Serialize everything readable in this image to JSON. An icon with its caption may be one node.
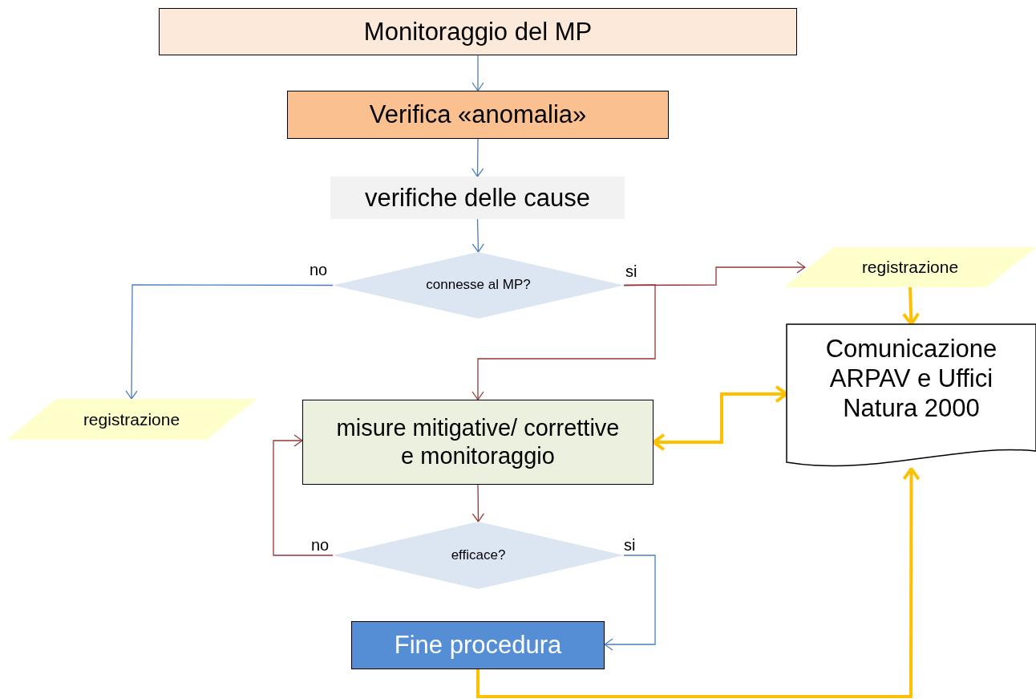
{
  "diagram": {
    "nodes": [
      {
        "text": [
          "Monitoraggio del MP"
        ]
      },
      {
        "text": [
          "Verifica «anomalia»"
        ]
      },
      {
        "text": [
          "verifiche delle cause"
        ]
      },
      {
        "text": [
          "connesse al MP?"
        ]
      },
      {
        "text": [
          "registrazione"
        ]
      },
      {
        "text": [
          "Comunicazione ARPAV e Uffici Natura 2000"
        ]
      },
      {
        "text": [
          "registrazione"
        ]
      },
      {
        "text": [
          "misure mitigative/ correttive e monitoraggio"
        ]
      },
      {
        "text": [
          "efficace?"
        ]
      },
      {
        "text": [
          "Fine procedura"
        ]
      }
    ],
    "edges": [
      {
        "from": 0,
        "to": 1,
        "arrow": "to"
      },
      {
        "from": 1,
        "to": 2,
        "arrow": "to"
      },
      {
        "from": 2,
        "to": 3,
        "arrow": "to"
      },
      {
        "from": 3,
        "to": 6,
        "arrow": "to",
        "label": "no"
      },
      {
        "from": 3,
        "to": 4,
        "arrow": "to",
        "label": "si",
        "color": "#953735"
      },
      {
        "from": 3,
        "to": 7,
        "arrow": "to",
        "color": "#953735"
      },
      {
        "from": 4,
        "to": 5,
        "arrow": "to",
        "style": "thick",
        "color": "#ffc000"
      },
      {
        "from": 7,
        "to": 5,
        "arrow": "both",
        "style": "thick",
        "color": "#ffc000"
      },
      {
        "from": 7,
        "to": 8,
        "arrow": "to",
        "color": "#953735"
      },
      {
        "from": 8,
        "to": 7,
        "arrow": "to",
        "label": "no",
        "color": "#953735"
      },
      {
        "from": 8,
        "to": 9,
        "arrow": "to",
        "label": "si"
      },
      {
        "from": 9,
        "to": 5,
        "arrow": "to",
        "style": "thick",
        "color": "#ffc000"
      }
    ]
  }
}
